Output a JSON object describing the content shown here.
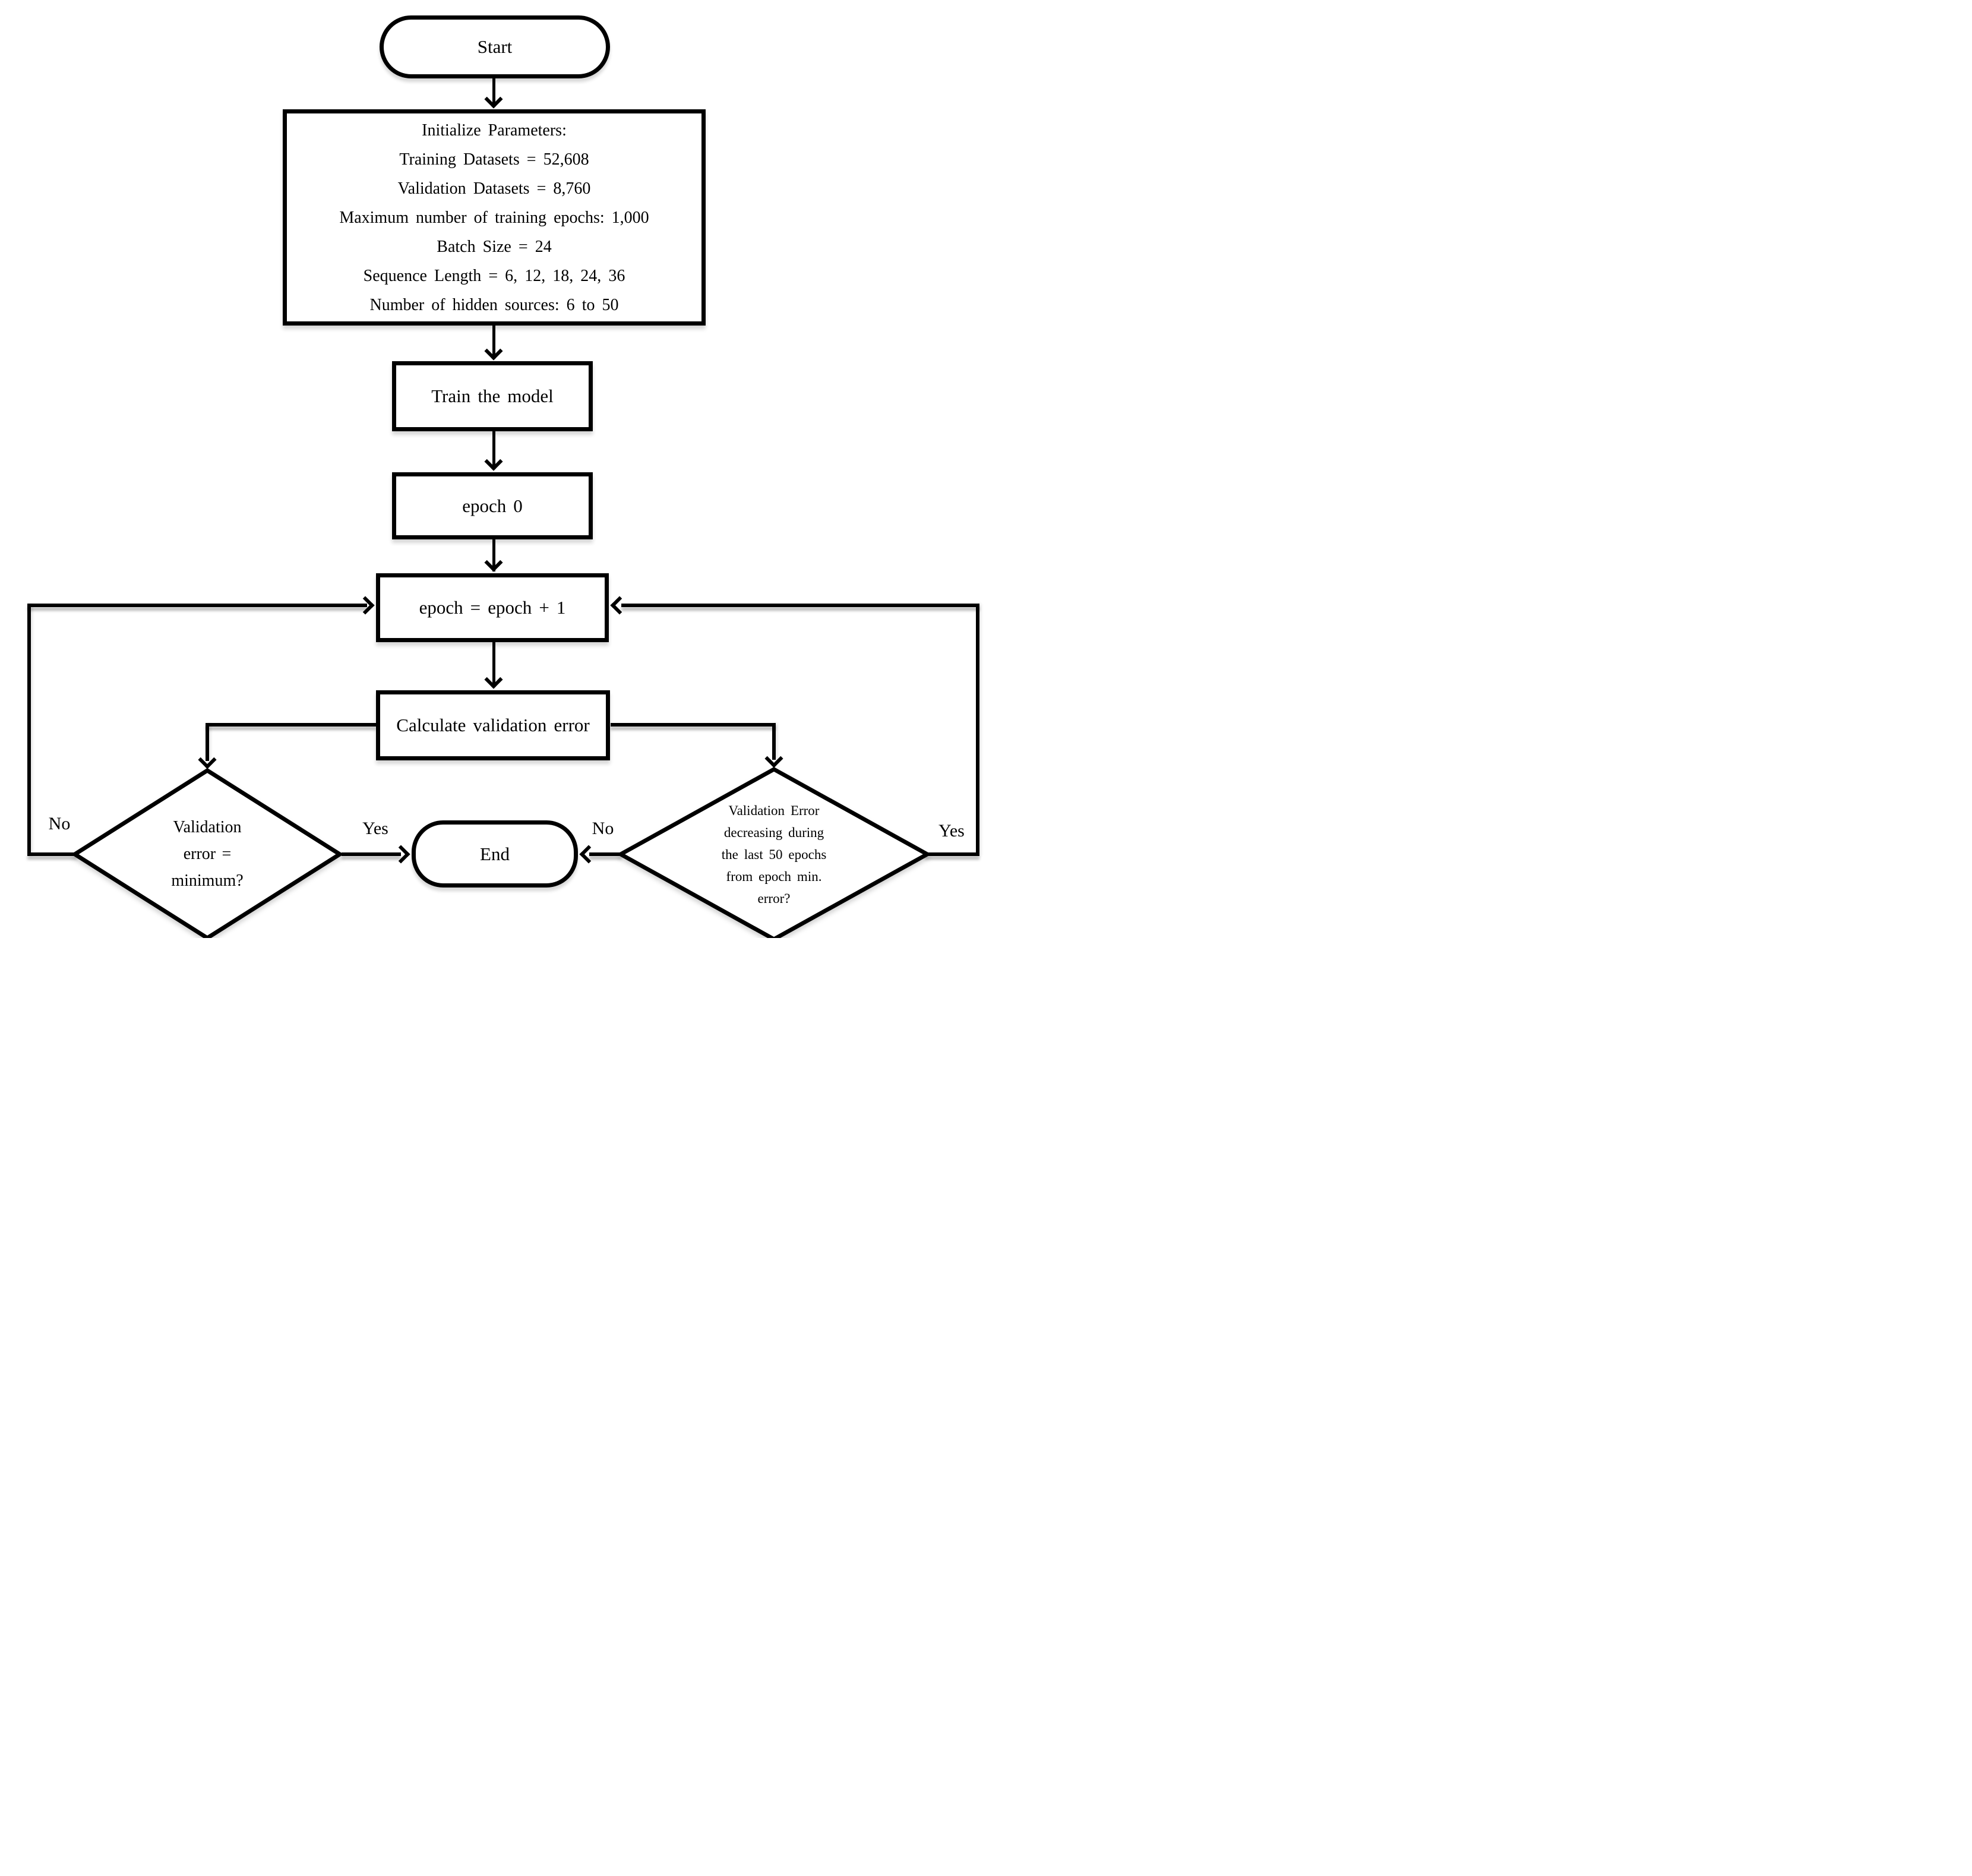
{
  "diagram": {
    "title_hint": "Model training early-stopping flowchart",
    "colors": {
      "stroke": "#000000",
      "fill": "#ffffff"
    },
    "nodes": {
      "start": {
        "label": "Start"
      },
      "init": {
        "lines": [
          "Initialize Parameters:",
          "Training  Datasets = 52,608",
          "Validation  Datasets  = 8,760",
          "Maximum  number  of training  epochs: 1,000",
          "Batch  Size = 24",
          "Sequence  Length = 6, 12, 18, 24, 36",
          "Number  of hidden  sources: 6 to 50"
        ]
      },
      "train": {
        "label": "Train the model"
      },
      "epoch0": {
        "label": "epoch 0"
      },
      "epoch_inc": {
        "label": "epoch = epoch + 1"
      },
      "calc_error": {
        "label": "Calculate  validation  error"
      },
      "decision_left": {
        "lines": [
          "Validation",
          "error =",
          "minimum?"
        ]
      },
      "decision_right": {
        "lines": [
          "Validation  Error",
          "decreasing  during",
          "the last 50 epochs",
          "from  epoch min.",
          "error?"
        ]
      },
      "end": {
        "label": "End"
      }
    },
    "edge_labels": {
      "left_no": "No",
      "left_yes": "Yes",
      "right_no": "No",
      "right_yes": "Yes"
    }
  }
}
